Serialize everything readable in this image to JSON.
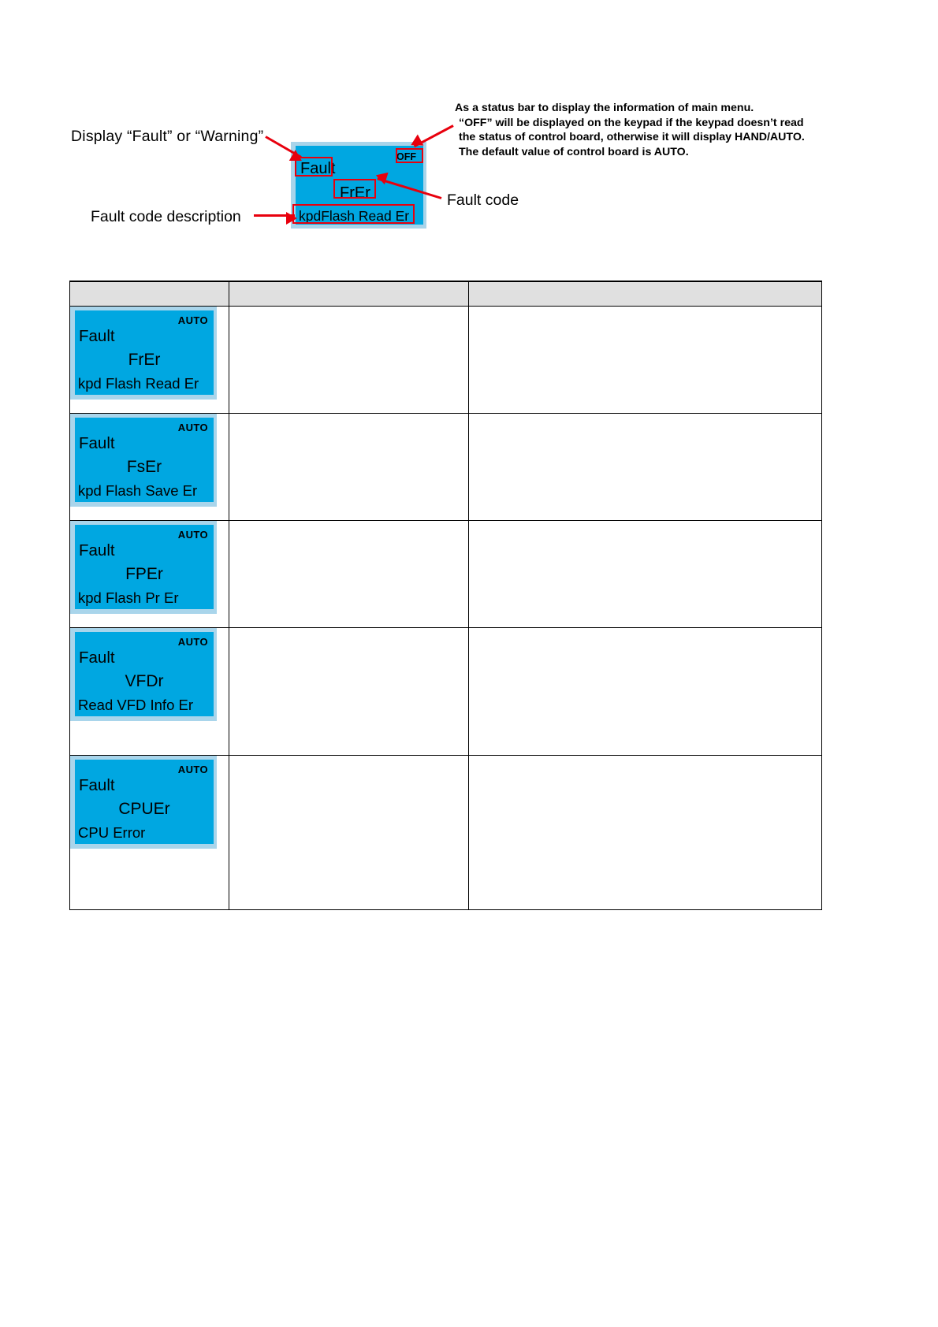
{
  "diagram": {
    "annotations": {
      "fault_or_warning": "Display “Fault” or “Warning”",
      "fault_code": "Fault code",
      "fault_code_description": "Fault code description",
      "status_bar_lines": [
        "As a status bar to display the information of main menu.",
        "“OFF” will be displayed on the keypad if the keypad doesn’t read",
        "the status of control board, otherwise it will display HAND/AUTO.",
        "The default value of control board is AUTO."
      ]
    },
    "keypad": {
      "status": "OFF",
      "title": "Fault",
      "code": "FrEr",
      "description": "kpdFlash Read Er"
    },
    "colors": {
      "lcd_background": "#00a7e1",
      "lcd_bezel": "#a8d4ea",
      "highlight": "#e8000d"
    }
  },
  "table": {
    "headers": [
      "",
      "",
      ""
    ],
    "rows": [
      {
        "keypad": {
          "status": "AUTO",
          "title": "Fault",
          "code": "FrEr",
          "description": "kpd Flash Read Er"
        },
        "middle": "",
        "wide": ""
      },
      {
        "keypad": {
          "status": "AUTO",
          "title": "Fault",
          "code": "FsEr",
          "description": "kpd Flash Save Er"
        },
        "middle": "",
        "wide": ""
      },
      {
        "keypad": {
          "status": "AUTO",
          "title": "Fault",
          "code": "FPEr",
          "description": "kpd Flash Pr Er"
        },
        "middle": "",
        "wide": ""
      },
      {
        "keypad": {
          "status": "AUTO",
          "title": "Fault",
          "code": "VFDr",
          "description": "Read VFD Info Er"
        },
        "middle": "",
        "wide": ""
      },
      {
        "keypad": {
          "status": "AUTO",
          "title": "Fault",
          "code": "CPUEr",
          "description": "CPU Error"
        },
        "middle": "",
        "wide": ""
      }
    ]
  }
}
